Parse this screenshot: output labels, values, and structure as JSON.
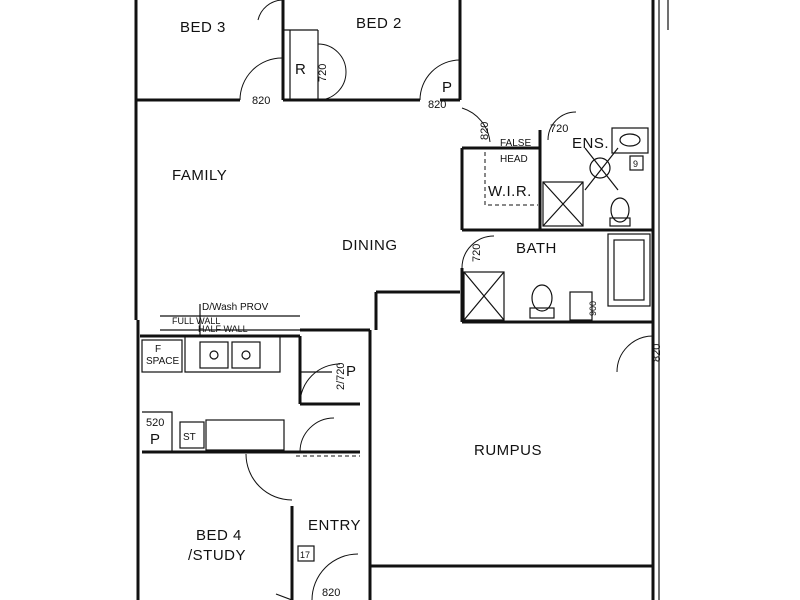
{
  "rooms": {
    "bed3": "BED 3",
    "bed2": "BED 2",
    "family": "FAMILY",
    "dining": "DINING",
    "bath": "BATH",
    "ens": "ENS.",
    "wir": "W.I.R.",
    "rumpus": "RUMPUS",
    "bed4_line1": "BED 4",
    "bed4_line2": "/STUDY",
    "entry": "ENTRY"
  },
  "labels": {
    "robe": "R",
    "pantry": "P",
    "pantry2": "P",
    "pantry3": "P",
    "false_line1": "FALSE",
    "false_line2": "HEAD",
    "dwash": "D/Wash PROV",
    "full_wall": "FULL WALL",
    "half_wall": "HALF WALL",
    "f_space_line1": "F",
    "f_space_line2": "SPACE",
    "st": "ST",
    "nine": "9",
    "seventeen": "17",
    "nine_hundred": "900"
  },
  "dimensions": {
    "d820_bed3": "820",
    "d820_bed2": "820",
    "d820_bath_top": "820",
    "d720_ens": "720",
    "d720_bath": "720",
    "d720_robe": "720",
    "d2720": "2/720",
    "d520": "520",
    "d820_right": "820",
    "d820_entry": "820"
  }
}
